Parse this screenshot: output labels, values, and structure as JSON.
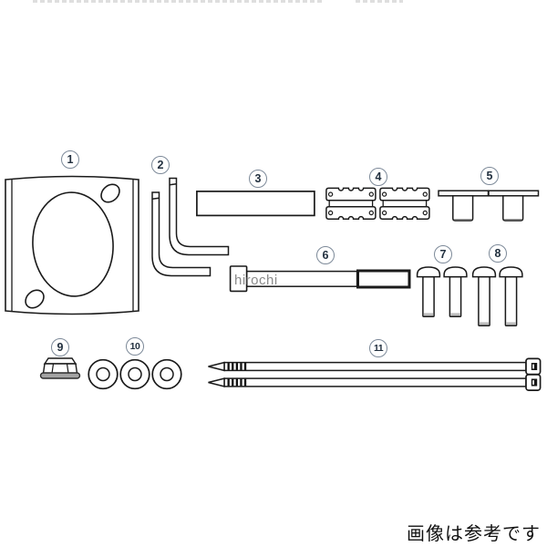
{
  "diagram": {
    "watermark": "hirochi",
    "footer_note": "画像は参考です",
    "colors": {
      "line": "#1a1a1a",
      "label_circle": "#7d8a99",
      "watermark_text": "#8a8a8a",
      "flange_fill": "#a3a3a3"
    },
    "parts": [
      {
        "num": "1",
        "desc": "mounting plate with oval cutout and two holes"
      },
      {
        "num": "2",
        "desc": "L-shaped hex wrenches x2"
      },
      {
        "num": "3",
        "desc": "flat rectangular plate"
      },
      {
        "num": "4",
        "desc": "slotted clamp blocks x2"
      },
      {
        "num": "5",
        "desc": "T-shaped slider nuts x2"
      },
      {
        "num": "6",
        "desc": "long socket-head bolt"
      },
      {
        "num": "7",
        "desc": "short button-head bolts x2"
      },
      {
        "num": "8",
        "desc": "long button-head bolts x2"
      },
      {
        "num": "9",
        "desc": "flange nut"
      },
      {
        "num": "10",
        "desc": "flat washers x3"
      },
      {
        "num": "11",
        "desc": "cable ties x2"
      }
    ]
  }
}
